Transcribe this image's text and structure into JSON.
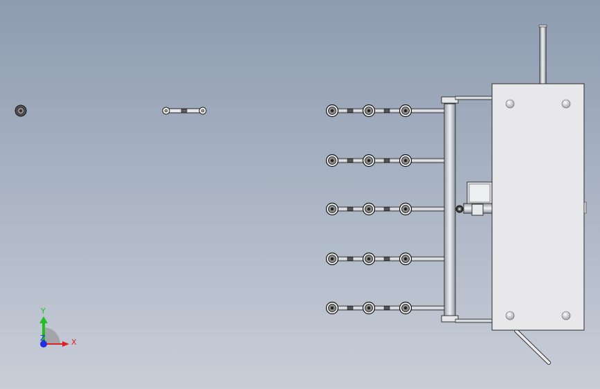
{
  "viewport": {
    "background_top": "#8e9cb0",
    "background_bottom": "#c9ced8"
  },
  "model": {
    "plate_color": "#e8e8ea",
    "rod_color": "#c8ccd2",
    "edge_color": "#2a2a2a",
    "suction_cup_rows": 5,
    "cups_per_row": 3
  },
  "triad": {
    "x_label": "X",
    "y_label": "Y",
    "z_label": "Z",
    "x_color": "#e02020",
    "y_color": "#20c020",
    "z_color": "#2030e0"
  }
}
